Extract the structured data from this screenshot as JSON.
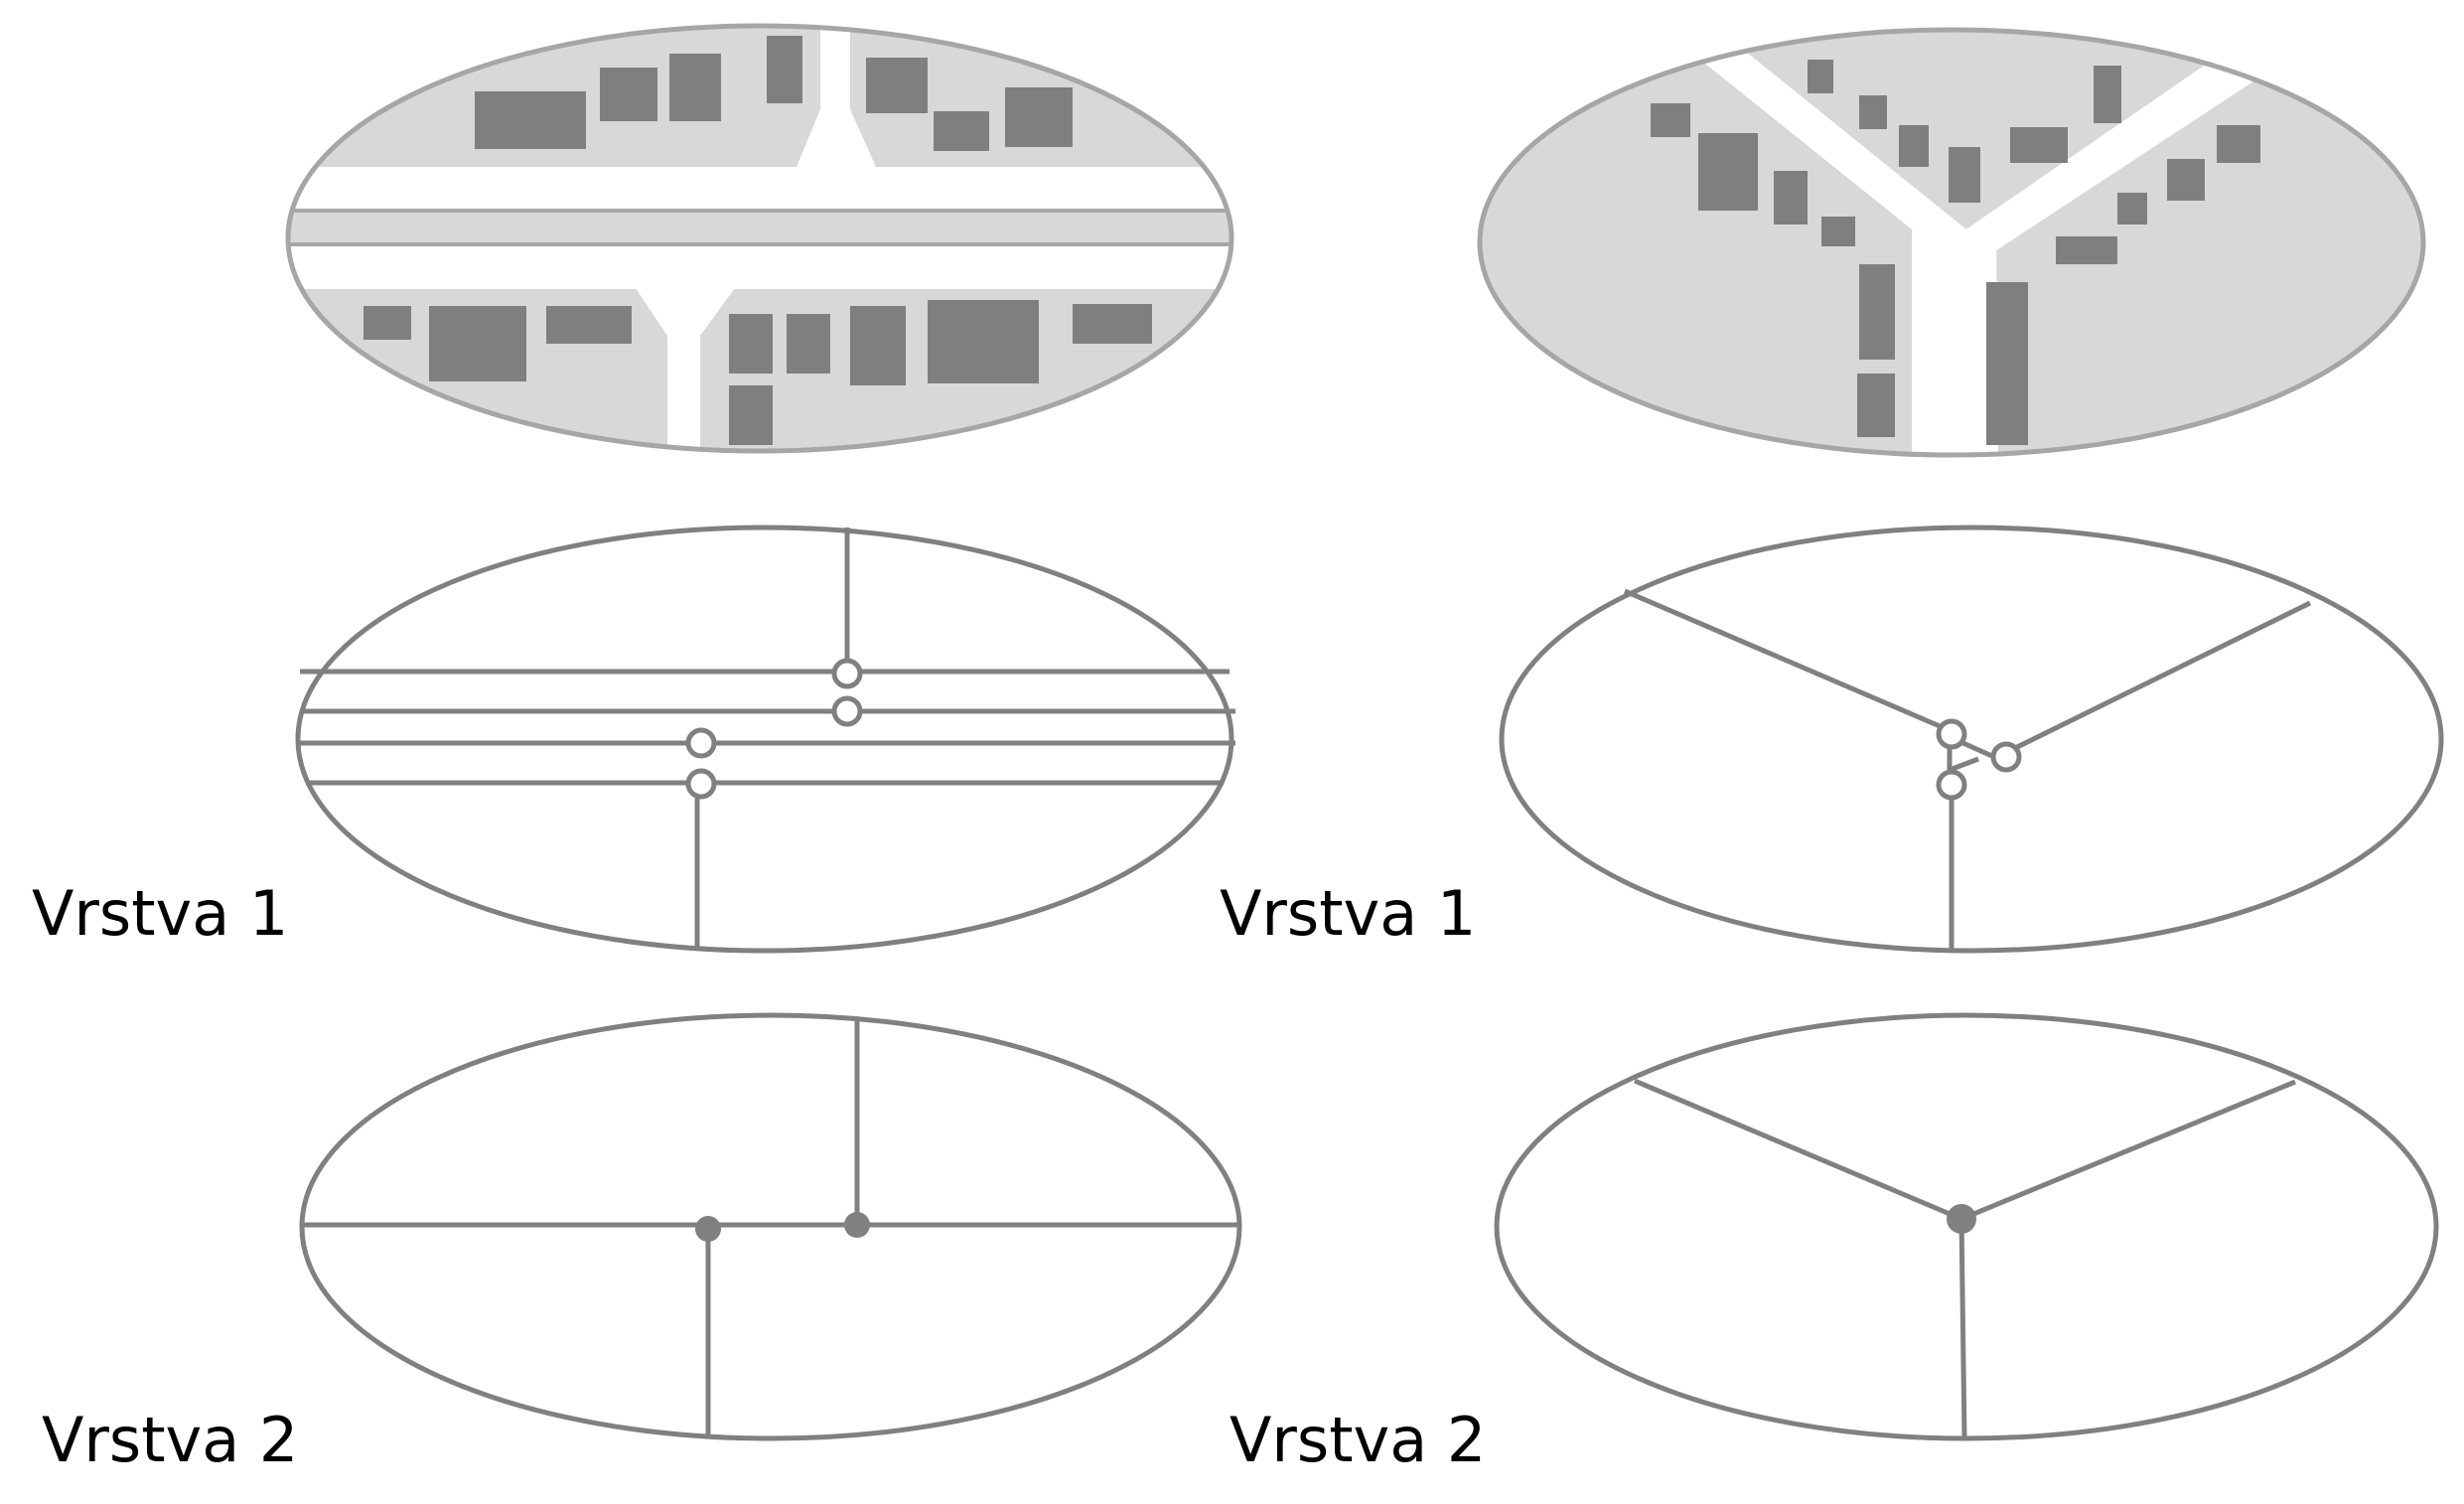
{
  "colors": {
    "area_fill": "#d8d8d8",
    "outline": "#a6a6a6",
    "building": "#7f7f7f",
    "road": "#ffffff",
    "line": "#808080",
    "label": "#000000"
  },
  "labels": {
    "left_layer1": "Vrstva 1",
    "right_layer1": "Vrstva 1",
    "left_layer2": "Vrstva 2",
    "right_layer2": "Vrstva 2"
  }
}
